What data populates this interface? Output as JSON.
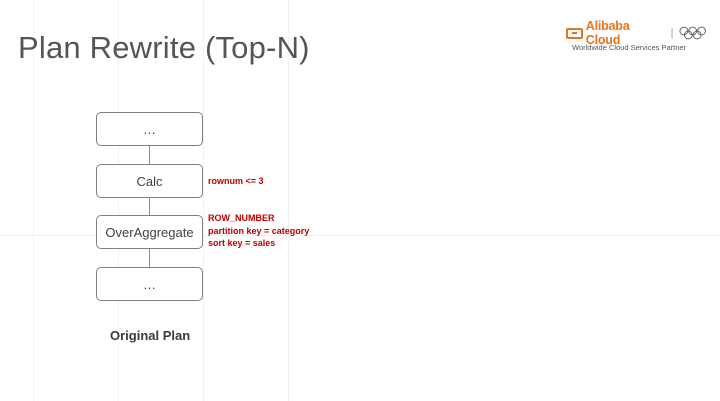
{
  "slide": {
    "title": "Plan Rewrite (Top-N)"
  },
  "logo": {
    "brand": "Alibaba Cloud",
    "separator": "|",
    "tagline": "Worldwide Cloud Services Partner",
    "brand_color": "#e8731a",
    "rings_icon": "olympic-rings-icon"
  },
  "diagram": {
    "nodes": [
      {
        "label": "…"
      },
      {
        "label": "Calc"
      },
      {
        "label": "OverAggregate"
      },
      {
        "label": "…"
      }
    ],
    "annotations": {
      "calc": "rownum <= 3",
      "over_aggregate": [
        "ROW_NUMBER",
        "partition key = category",
        "sort key = sales"
      ]
    },
    "annotation_color": "#c00000",
    "caption": "Original Plan"
  }
}
